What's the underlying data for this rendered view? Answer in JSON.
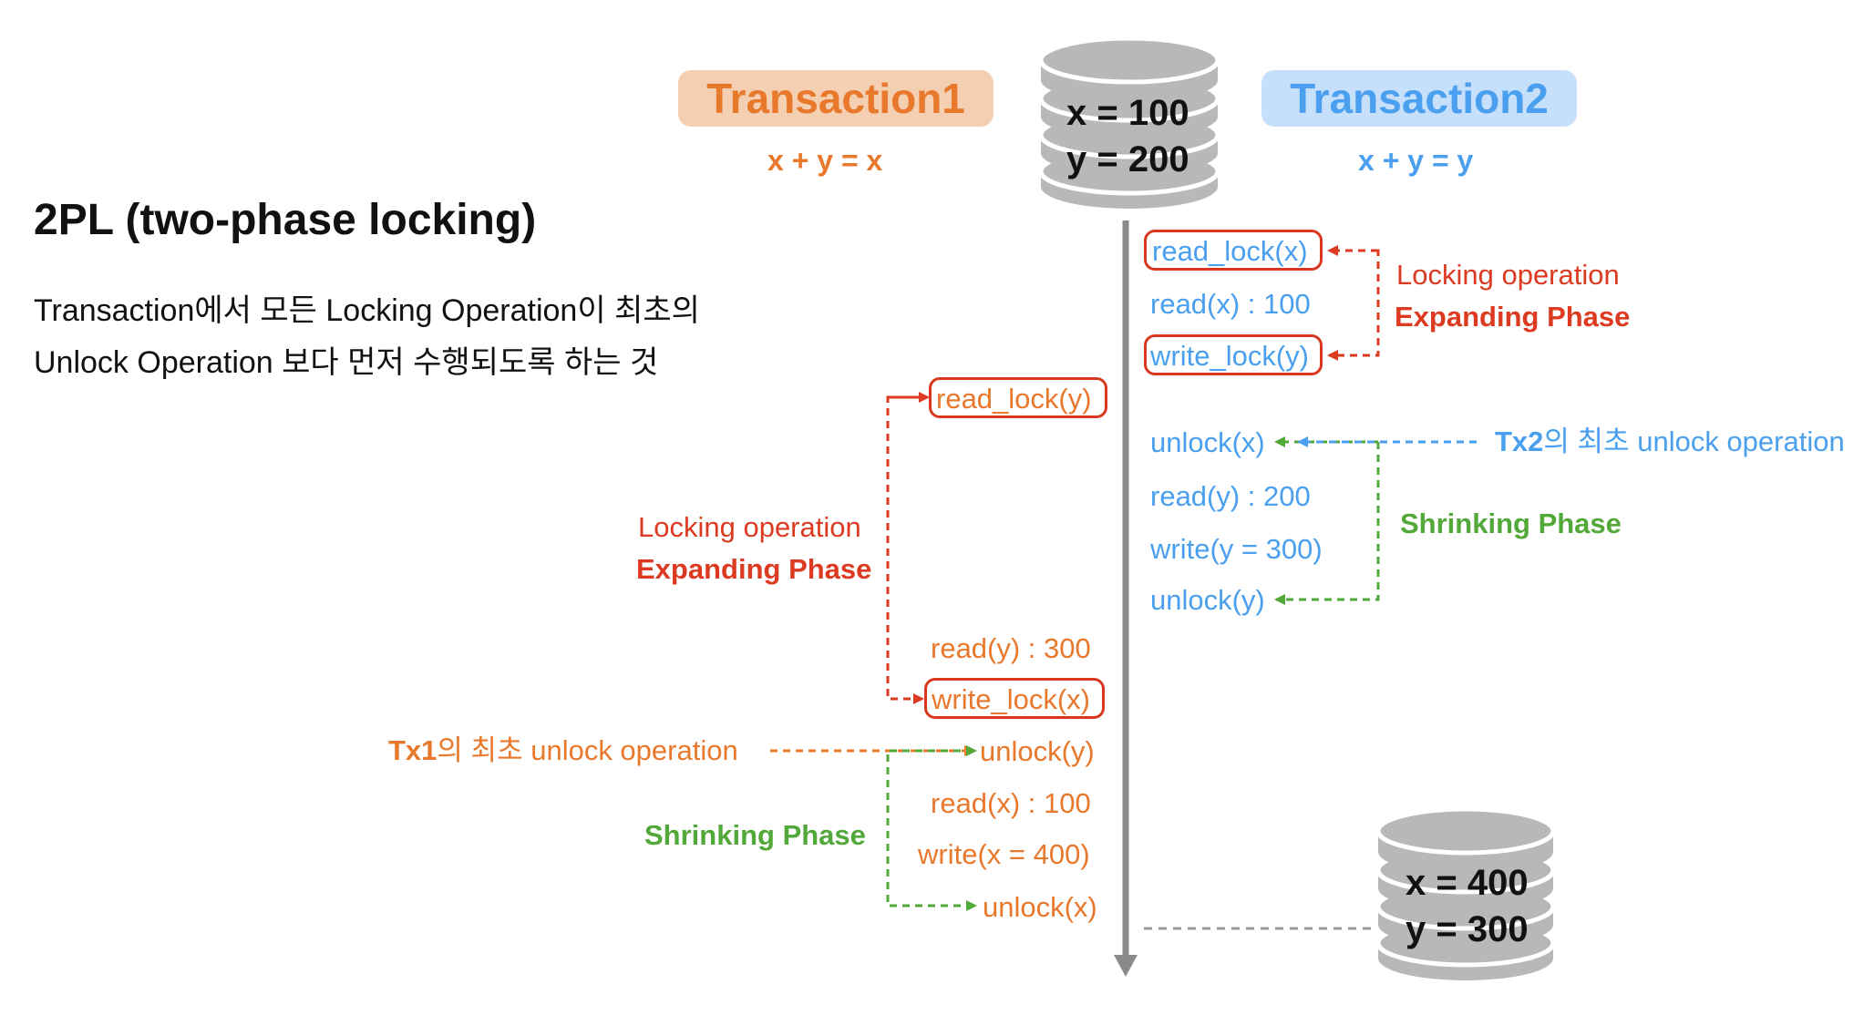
{
  "heading": {
    "title": "2PL (two-phase locking)",
    "desc_line1": "Transaction에서 모든 Locking Operation이 최초의",
    "desc_line2": "Unlock Operation 보다 먼저 수행되도록 하는 것"
  },
  "tx1": {
    "name": "Transaction1",
    "formula": "x + y = x",
    "ops": {
      "read_lock_y": "read_lock(y)",
      "read_y": "read(y) : 300",
      "write_lock_x": "write_lock(x)",
      "unlock_y": "unlock(y)",
      "read_x": "read(x) : 100",
      "write_x": "write(x = 400)",
      "unlock_x": "unlock(x)"
    },
    "locking_label": "Locking operation",
    "expanding_label": "Expanding Phase",
    "first_unlock_prefix": "Tx1",
    "first_unlock_suffix": "의 최초 unlock operation",
    "shrinking_label": "Shrinking Phase"
  },
  "tx2": {
    "name": "Transaction2",
    "formula": "x + y = y",
    "ops": {
      "read_lock_x": "read_lock(x)",
      "read_x": "read(x) : 100",
      "write_lock_y": "write_lock(y)",
      "unlock_x": "unlock(x)",
      "read_y": "read(y) : 200",
      "write_y": "write(y = 300)",
      "unlock_y": "unlock(y)"
    },
    "locking_label": "Locking operation",
    "expanding_label": "Expanding Phase",
    "first_unlock_prefix": "Tx2",
    "first_unlock_suffix": "의 최초 unlock operation",
    "shrinking_label": "Shrinking Phase"
  },
  "db_initial": {
    "x": "x = 100",
    "y": "y = 200"
  },
  "db_final": {
    "x": "x = 400",
    "y": "y = 300"
  },
  "colors": {
    "tx1": "#e8782c",
    "tx2": "#4aa0ef",
    "lock_box": "#d9371f",
    "expanding": "#dc3b22",
    "shrinking": "#52a838",
    "timeline": "#8a8a8a",
    "db": "#b8b8b8"
  }
}
